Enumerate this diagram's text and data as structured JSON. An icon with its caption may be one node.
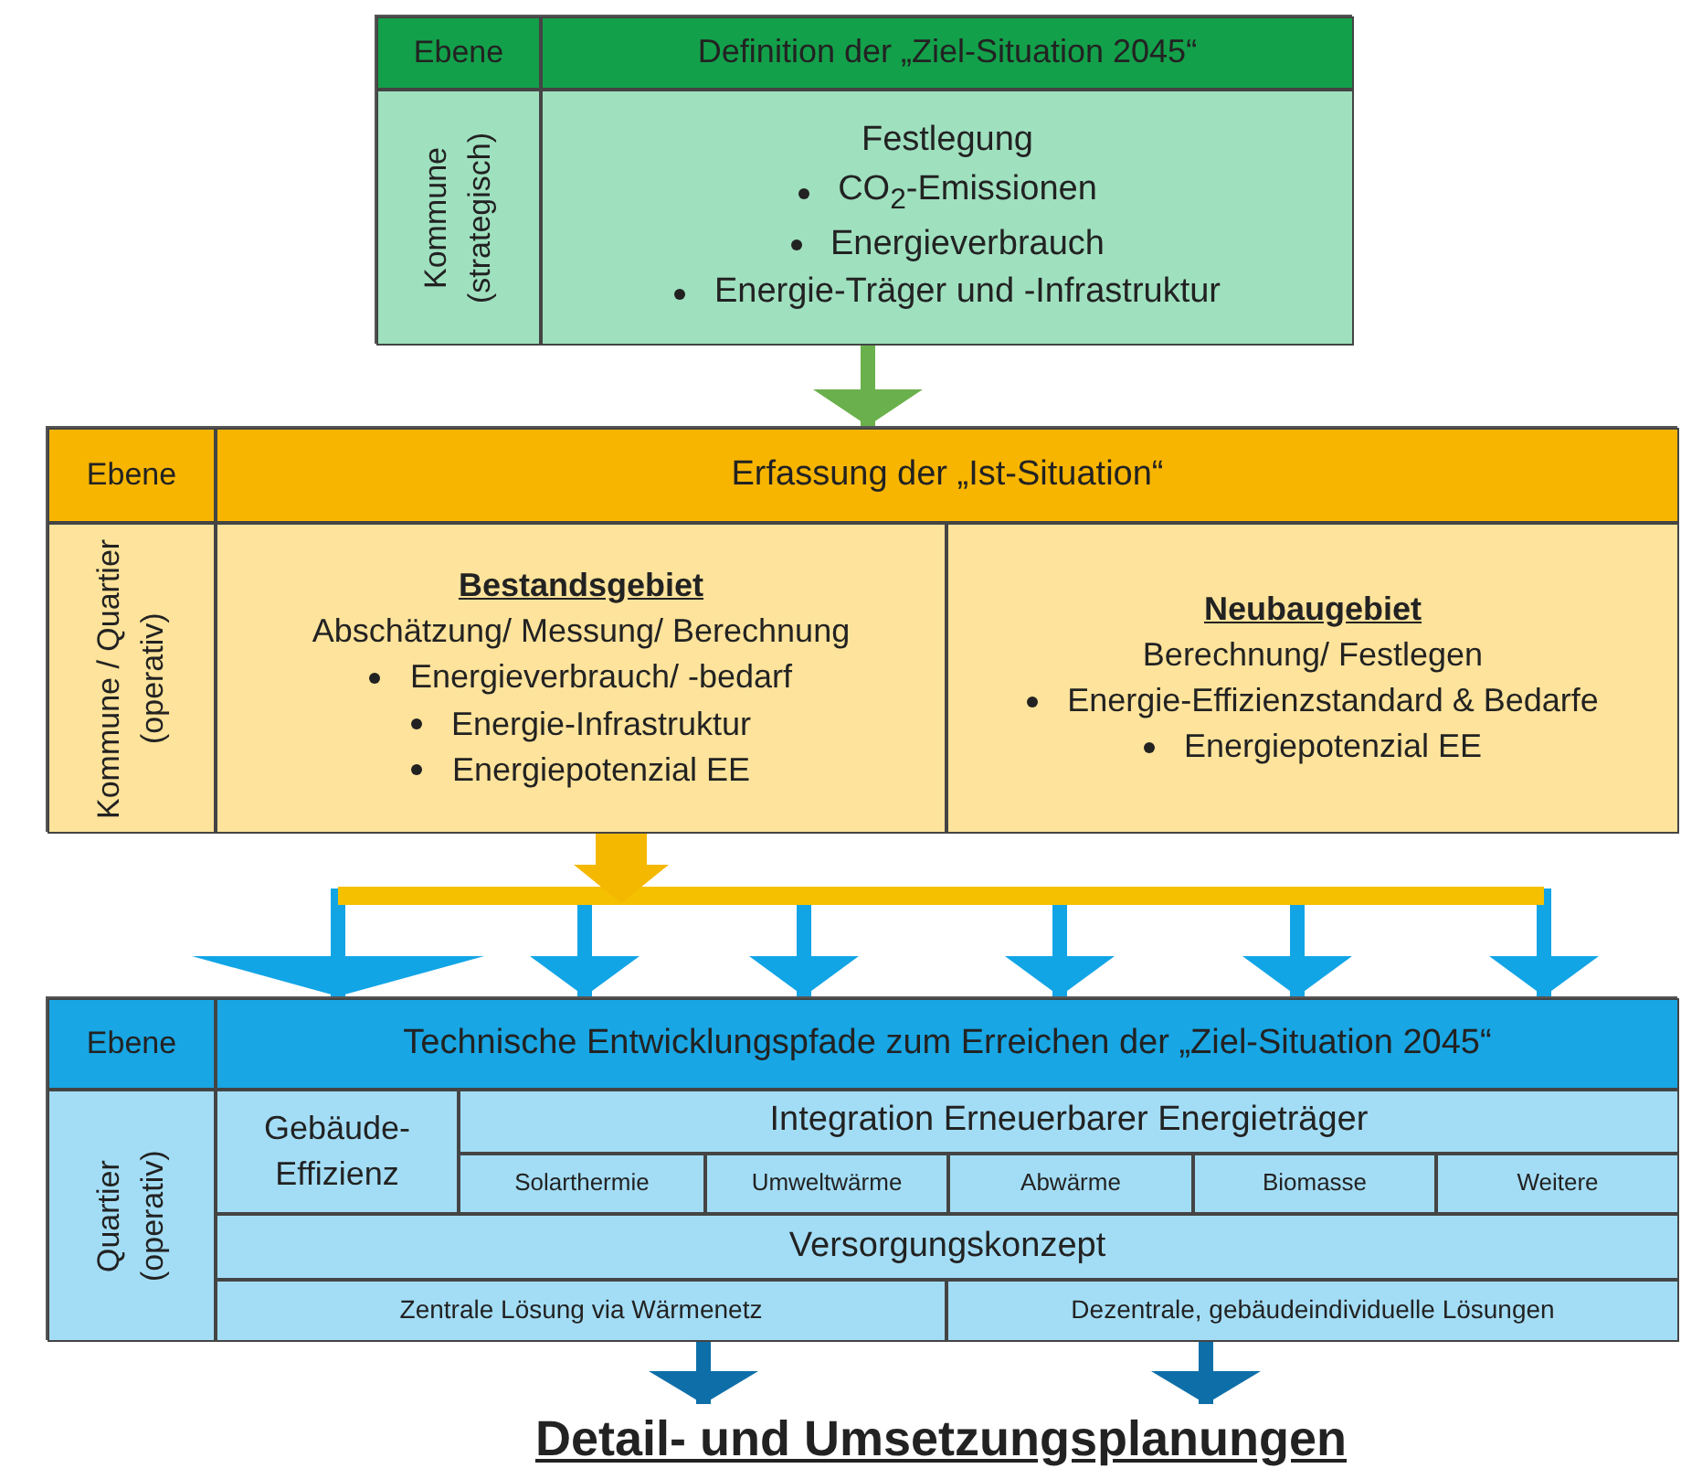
{
  "diagram": {
    "nodes": [
      {
        "text": [],
        "shape": "box"
      },
      {
        "text": [
          "Ebene"
        ],
        "in": 0
      },
      {
        "text": [
          "Definition der „Ziel-Situation 2045“"
        ],
        "in": 0
      },
      {
        "text": [
          "Kommune (strategisch)"
        ],
        "in": 0
      },
      {
        "text": [
          "Festlegung",
          "CO$_{2}$-Emissionen",
          "Energieverbrauch",
          "Energie-Träger und -Infrastruktur"
        ],
        "in": 0
      },
      {
        "text": [],
        "shape": "box"
      },
      {
        "text": [
          "Ebene"
        ],
        "in": 5
      },
      {
        "text": [
          "Erfassung der „Ist-Situation“"
        ],
        "in": 5
      },
      {
        "text": [
          "Kommune / Quartier (operativ)"
        ],
        "in": 5
      },
      {
        "text": [
          "Bestandsgebiet",
          "Abschätzung/ Messung/ Berechnung",
          "Energieverbrauch/ -bedarf",
          "Energie-Infrastruktur",
          "Energiepotenzial EE"
        ],
        "in": 5
      },
      {
        "text": [
          "Neubaugebiet",
          "Berechnung/ Festlegen",
          "Energie-Effizienzstandard & Bedarfe",
          "Energiepotenzial EE"
        ],
        "in": 5
      },
      {
        "text": [],
        "shape": "box"
      },
      {
        "text": [
          "Ebene"
        ],
        "in": 11
      },
      {
        "text": [
          "Technische Entwicklungspfade zum Erreichen der „Ziel-Situation 2045“"
        ],
        "in": 11
      },
      {
        "text": [
          "Quartier (operativ)"
        ],
        "in": 11
      },
      {
        "text": [
          "Gebäude-Effizienz"
        ],
        "in": 11
      },
      {
        "text": [
          "Integration Erneuerbarer Energieträger"
        ],
        "in": 11
      },
      {
        "text": [
          "Solarthermie"
        ],
        "in": 11
      },
      {
        "text": [
          "Umweltwärme"
        ],
        "in": 11
      },
      {
        "text": [
          "Abwärme"
        ],
        "in": 11
      },
      {
        "text": [
          "Biomasse"
        ],
        "in": 11
      },
      {
        "text": [
          "Weitere"
        ],
        "in": 11
      },
      {
        "text": [
          "Versorgungskonzept"
        ],
        "in": 11
      },
      {
        "text": [
          "Zentrale Lösung via Wärmenetz"
        ],
        "in": 11
      },
      {
        "text": [
          "Dezentrale, gebäudeindividuelle Lösungen"
        ],
        "in": 11
      },
      {
        "text": [
          "Detail- und Umsetzungsplanungen"
        ]
      }
    ],
    "edges": [
      {
        "from": 0,
        "to": 5,
        "arrow": "to",
        "color": "#6ab04c"
      },
      {
        "from": 5,
        "to": 11,
        "arrow": "to"
      },
      {
        "from": 5,
        "to": 11,
        "arrow": "to"
      },
      {
        "from": 5,
        "to": 11,
        "arrow": "to"
      },
      {
        "from": 5,
        "to": 11,
        "arrow": "to"
      },
      {
        "from": 5,
        "to": 11,
        "arrow": "to"
      },
      {
        "from": 5,
        "to": 11,
        "arrow": "to"
      },
      {
        "from": 11,
        "to": 25,
        "arrow": "to",
        "color": "#0e6fa8"
      },
      {
        "from": 11,
        "to": 25,
        "arrow": "to",
        "color": "#0e6fa8"
      }
    ]
  }
}
